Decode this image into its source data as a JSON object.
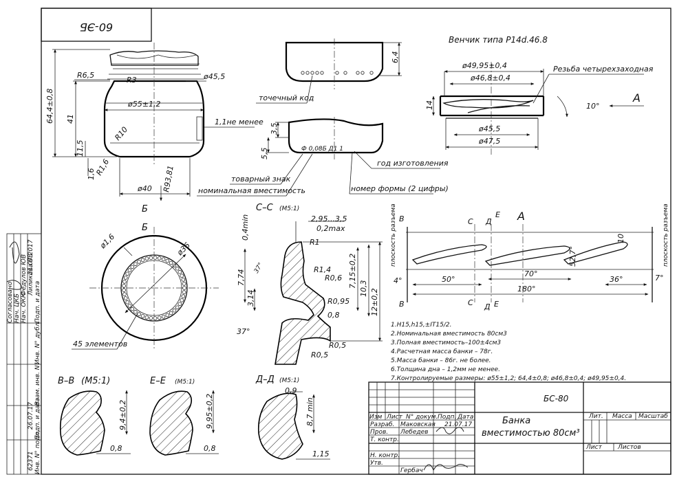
{
  "title_block": {
    "designation": "БС-80",
    "name_line1": "Банка",
    "name_line2": "вместимостью 80см³",
    "doc_code": "60-ЭБ",
    "col_lit": "Лит.",
    "col_mass": "Масса",
    "col_scale": "Масштаб",
    "col_sheet": "Лист",
    "col_sheets": "Листов",
    "col_izm": "Изм",
    "col_list": "Лист",
    "col_ndoc": "N° докум.",
    "col_podp": "Подп.",
    "col_data": "Дата",
    "role_razrab": "Разраб.",
    "role_prov": "Пров.",
    "role_tkontr": "Т. контр.",
    "role_nkontr": "Н. контр.",
    "role_utv": "Утв.",
    "name_razrab": "Маковская",
    "name_prov": "Лебедев",
    "name_utv": "Гербач",
    "date_razrab": "21.07.17"
  },
  "side_stamp": {
    "c1": "Согласовано",
    "c2": "Нач. ЦКБ",
    "c3": "Нач. ОКК",
    "c4": "Федулов ЮВ",
    "c5": "Лиликова ВВ",
    "c6": "Инв. N° подл.",
    "c7": "Подп. и дата",
    "c8": "Взам. инв. N°",
    "c9": "Инв. N° дубл.",
    "c10": "Подп. и дата",
    "c11": "Подп. и дата",
    "h1": "21.07.2017",
    "h2": "26.07.17",
    "h3": "62371"
  },
  "main_view": {
    "d_body": "ø55±1,2",
    "d_neck": "ø45,5",
    "d_bottom": "ø40",
    "h_total": "64,4±0,8",
    "h_41": "41",
    "h_115": "11,5",
    "h_16": "1,6",
    "r65": "R6,5",
    "r3": "R3",
    "r10": "R10",
    "r16": "R1,6",
    "r9381": "R93,81",
    "note_min": "1,1не менее"
  },
  "top_detail": {
    "h64": "6,4",
    "label": "точечный код"
  },
  "bottom_detail": {
    "h35": "3,5",
    "h55": "5,5",
    "mark_text": "Ф 0,08Б Д1 1",
    "l_year": "год изготовления",
    "l_trademark": "товарный знак",
    "l_volume": "номинальная вместимость",
    "l_moldnum": "номер формы (2 цифры)"
  },
  "finish": {
    "title": "Венчик типа  P14d.46.8",
    "d4995": "ø49,95±0,4",
    "d468": "ø46,8±0,4",
    "d455": "ø45,5",
    "d475": "ø47,5",
    "h14": "14",
    "angle": "10°",
    "thread": "Резьба четырехзаходная",
    "view_a": "A"
  },
  "view_b": {
    "arrow": "Б",
    "label": "Б",
    "d16": "ø1,6",
    "d36": "ø36",
    "elements": "45 элементов"
  },
  "section_cc": {
    "title": "С–С",
    "scale": "(М5:1)",
    "d295": "2,95...3,5",
    "d02": "0,2max",
    "d04": "0,4min",
    "r1": "R1",
    "r14": "R1,4",
    "r06": "R0,6",
    "r095": "R0,95",
    "r05a": "R0,5",
    "r05b": "R0,5",
    "d774": "7,74",
    "d314": "3,14",
    "d715": "7,15±0,2",
    "d103": "10,3",
    "d12": "12±0,2",
    "d08": "0,8",
    "a37a": "37°",
    "a37b": "37°"
  },
  "thread_dev": {
    "title": "A",
    "label_b": "В",
    "label_b2": "В",
    "label_c": "С",
    "label_c2": "С",
    "label_d": "Д",
    "label_d2": "Д",
    "label_e": "Е",
    "label_e2": "Е",
    "plane1": "плоскость разъема",
    "plane2": "плоскость разъема",
    "a4": "4°",
    "a7": "7°",
    "l50": "50°",
    "l70": "70°",
    "l180": "180°",
    "l36": "36°",
    "l527": "52,7°",
    "l10": "10"
  },
  "notes": [
    "1.Н15,h15,±IT15/2.",
    "2.Номинальная вместимость 80см3",
    "3.Полная вместимость–100±4см3",
    "4.Расчетная масса банки – 78г.",
    "5.Масса банки – 86г. не более.",
    "6.Толщина дна – 1,2мм не менее.",
    "7.Контролируемые размеры: ø55±1,2;  64,4±0,8;  ø46,8±0,4;  ø49,95±0,4."
  ],
  "sec_bb": {
    "title": "В–В",
    "scale": "(М5:1)",
    "d94": "9,4±0,2",
    "d08": "0,8"
  },
  "sec_ee": {
    "title": "Е–Е",
    "scale": "(М5:1)",
    "d995": "9,95±0,2",
    "d08": "0,8"
  },
  "sec_dd": {
    "title": "Д–Д",
    "scale": "(М5:1)",
    "d09": "0,9",
    "d87": "8,7 min",
    "d115": "1,15"
  }
}
